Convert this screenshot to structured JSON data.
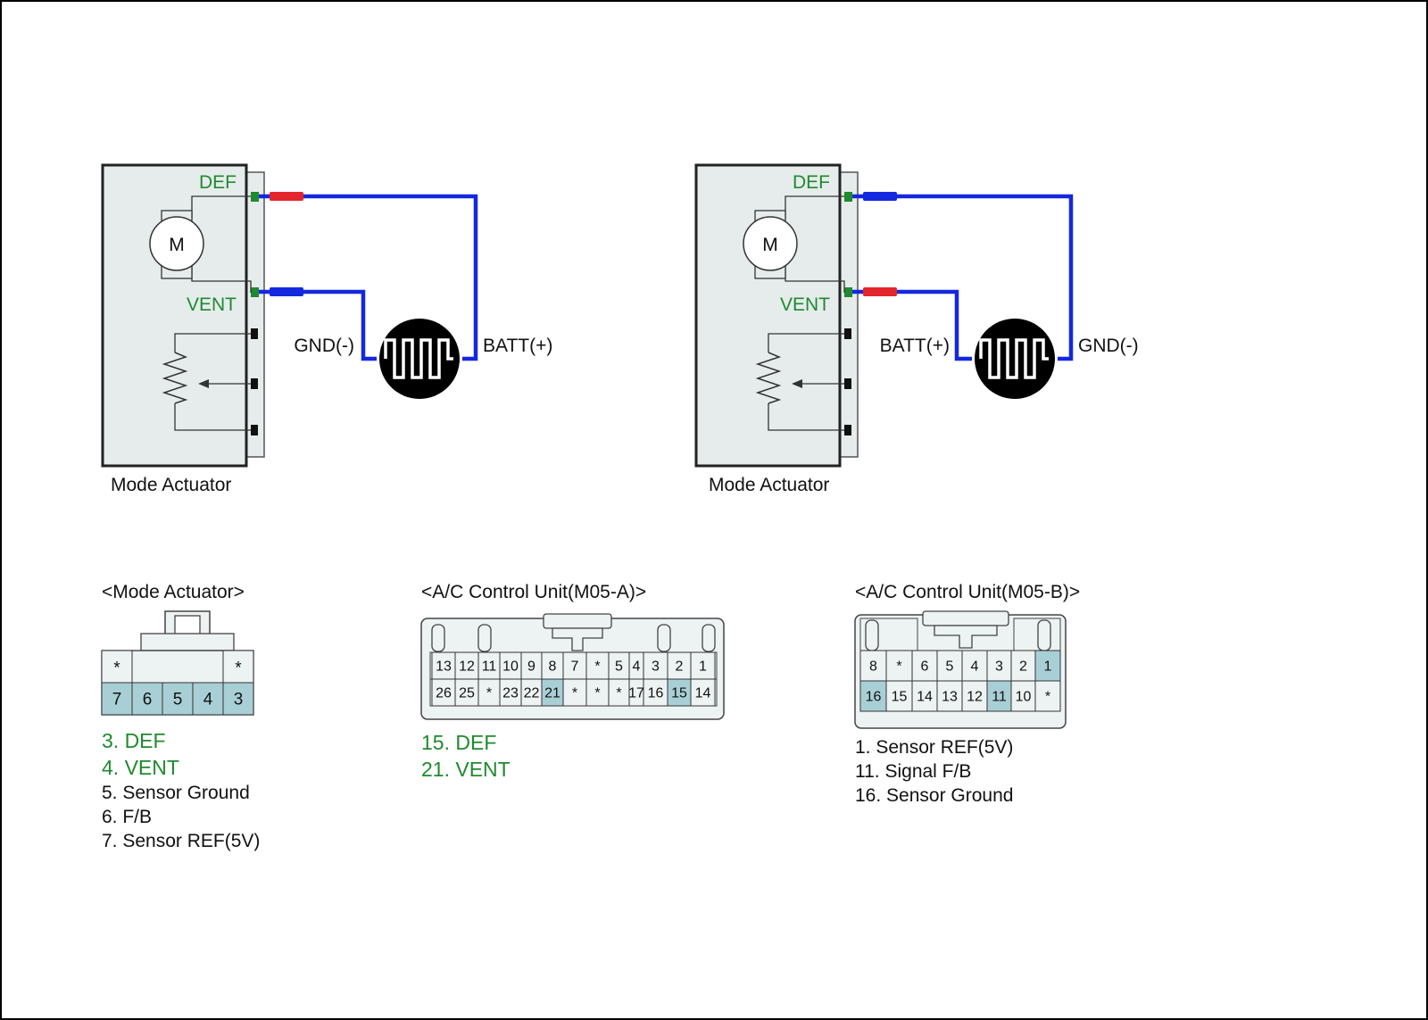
{
  "colors": {
    "wire": "#1428e0",
    "probe_red": "#e3262c",
    "terminal_green": "#1f8a2e",
    "label_green": "#1f8a2e",
    "body_fill": "#e6ecec",
    "pin_highlight": "#a9cfd6",
    "pin_fill": "#edf2f3"
  },
  "left_circuit": {
    "def_label": "DEF",
    "vent_label": "VENT",
    "motor_label": "M",
    "left_probe_label": "GND(-)",
    "right_probe_label": "BATT(+)",
    "caption": "Mode Actuator"
  },
  "right_circuit": {
    "def_label": "DEF",
    "vent_label": "VENT",
    "motor_label": "M",
    "left_probe_label": "BATT(+)",
    "right_probe_label": "GND(-)",
    "caption": "Mode Actuator"
  },
  "connector_mode_actuator": {
    "title": "<Mode Actuator>",
    "top_row": [
      "*",
      "",
      "",
      "",
      "*"
    ],
    "bottom_row": [
      "7",
      "6",
      "5",
      "4",
      "3"
    ],
    "legend_green": [
      "3. DEF",
      "4. VENT"
    ],
    "legend": [
      "5. Sensor Ground",
      "6. F/B",
      "7. Sensor REF(5V)"
    ]
  },
  "connector_m05a": {
    "title": "<A/C Control Unit(M05-A)>",
    "top_row": [
      "13",
      "12",
      "11",
      "10",
      "9",
      "8",
      "7",
      "*",
      "5",
      "4",
      "3",
      "2",
      "1"
    ],
    "bottom_row": [
      "26",
      "25",
      "*",
      "23",
      "22",
      "21",
      "*",
      "*",
      "*",
      "17",
      "16",
      "15",
      "14"
    ],
    "legend_green": [
      "15. DEF",
      "21. VENT"
    ]
  },
  "connector_m05b": {
    "title": "<A/C Control Unit(M05-B)>",
    "top_row": [
      "8",
      "*",
      "6",
      "5",
      "4",
      "3",
      "2",
      "1"
    ],
    "bottom_row": [
      "16",
      "15",
      "14",
      "13",
      "12",
      "11",
      "10",
      "*"
    ],
    "legend": [
      "1. Sensor REF(5V)",
      "11. Signal F/B",
      "16. Sensor Ground"
    ]
  }
}
